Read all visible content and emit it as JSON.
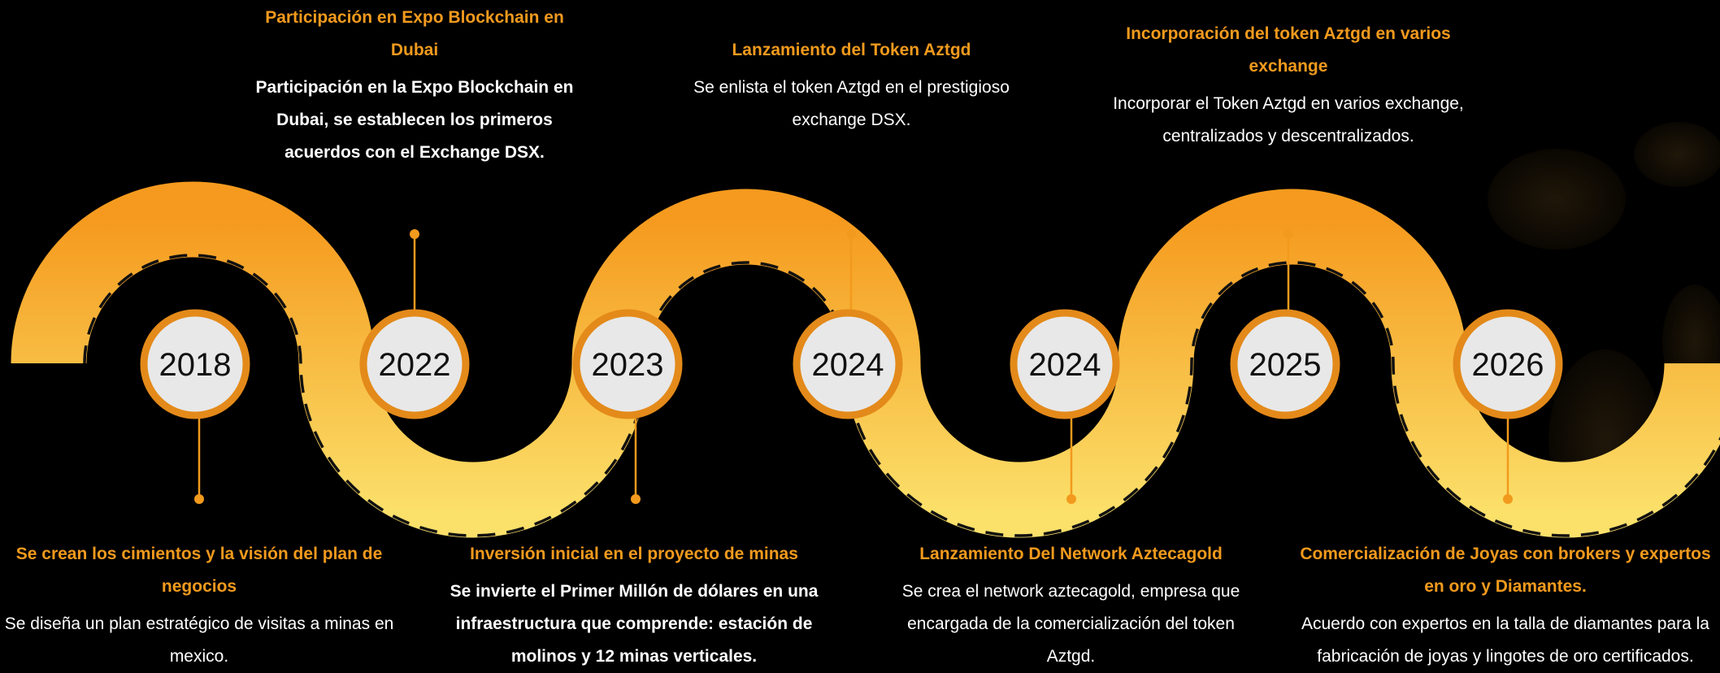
{
  "colors": {
    "background": "#000000",
    "accent": "#F29A1D",
    "road_top": "#F59A1E",
    "road_bottom": "#FBE06A",
    "circle_fill": "#E8E8E8"
  },
  "years": [
    "2018",
    "2022",
    "2023",
    "2024",
    "2024",
    "2025",
    "2026"
  ],
  "milestones": {
    "m2018": {
      "title": "Se crean los cimientos y la visión del plan de negocios",
      "desc": "Se diseña un plan estratégico de visitas a minas en mexico."
    },
    "m2022": {
      "title": "Participación en Expo Blockchain en Dubai",
      "desc": "Participación en la Expo Blockchain en Dubai, se establecen los primeros acuerdos con el Exchange DSX."
    },
    "m2023": {
      "title": "Inversión inicial en el proyecto de minas",
      "desc": "Se invierte el Primer Millón  de dólares en una infraestructura que comprende: estación de molinos  y 12 minas verticales."
    },
    "m2024a": {
      "title": "Lanzamiento del Token Aztgd",
      "desc": "Se enlista el token Aztgd en el prestigioso exchange DSX."
    },
    "m2024b": {
      "title": "Lanzamiento Del Network Aztecagold",
      "desc": "Se crea el network aztecagold, empresa que encargada de la comercialización del token Aztgd."
    },
    "m2025": {
      "title": "Incorporación del token Aztgd en varios exchange",
      "desc": "Incorporar el Token Aztgd en varios exchange, centralizados y descentralizados."
    },
    "m2026": {
      "title": "Comercialización de Joyas con brokers y expertos en oro y Diamantes.",
      "desc": "Acuerdo con expertos en la talla de diamantes para la fabricación de joyas y lingotes de oro certificados."
    }
  }
}
